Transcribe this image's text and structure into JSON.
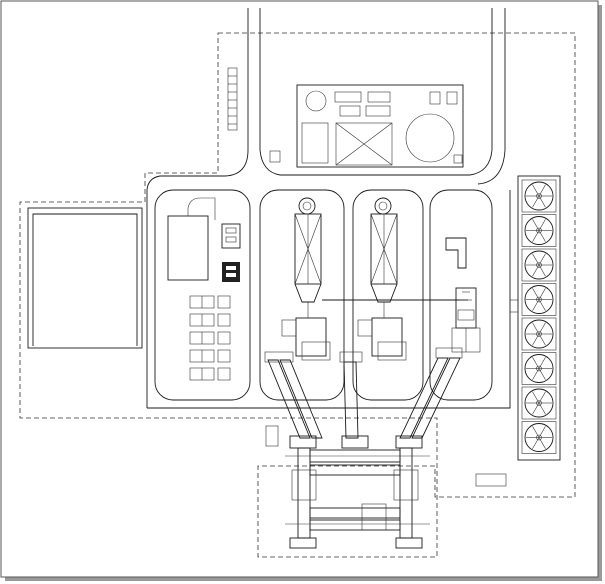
{
  "drawing": {
    "kind": "site layout plan",
    "text_labels": []
  },
  "colors": {
    "background": "#ffffff",
    "line": "#1a1a1a",
    "frame_shadow": "#9a9a9a"
  },
  "icons": {
    "fan": "fan-icon",
    "tank": "tank-icon",
    "cyclone": "cyclone-separator-icon",
    "transformer": "transformer-icon"
  },
  "counts": {
    "fan_units": 8,
    "cyclone_separators": 2,
    "equipment_cabinets": 5
  }
}
